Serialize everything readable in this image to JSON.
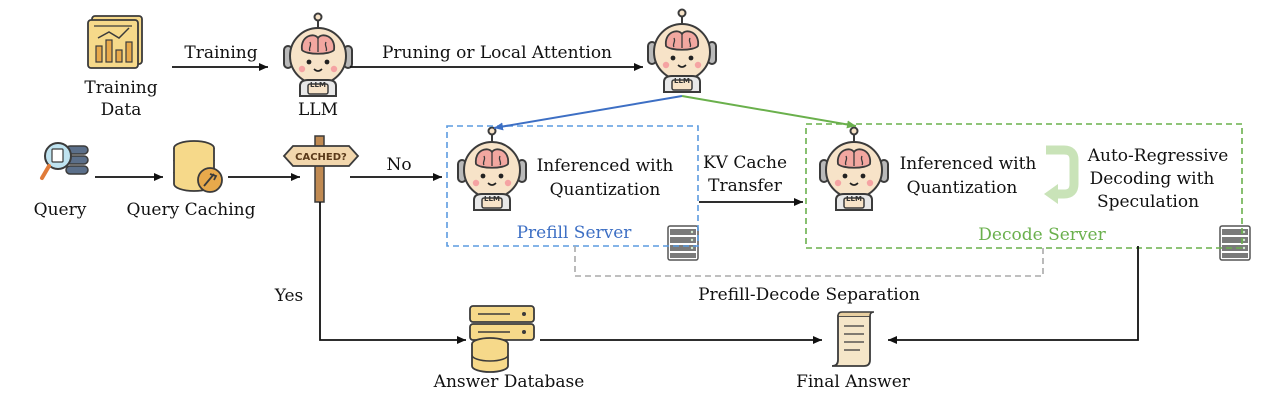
{
  "nodes": {
    "training_data": [
      "Training",
      "Data"
    ],
    "llm": "LLM",
    "query": "Query",
    "query_caching": "Query Caching",
    "cached_sign": "CACHED?",
    "prefill_text": [
      "Inferenced with",
      "Quantization"
    ],
    "decode_text": [
      "Inferenced with",
      "Quantization"
    ],
    "autoregressive": [
      "Auto-Regressive",
      "Decoding with",
      "Speculation"
    ],
    "prefill_server": "Prefill Server",
    "decode_server": "Decode Server",
    "answer_database": "Answer Database",
    "final_answer": "Final Answer",
    "robot_badge": "LLM"
  },
  "edges": {
    "training": "Training",
    "pruning": "Pruning or Local Attention",
    "no": "No",
    "yes": "Yes",
    "kv_cache": [
      "KV Cache",
      "Transfer"
    ],
    "separation": "Prefill-Decode Separation"
  },
  "colors": {
    "prefill": "#3d6fc4",
    "decode": "#6ab04c",
    "separation": "#aaaaaa",
    "icon_fill": "#f6d98a",
    "icon_stroke": "#3b3b3b"
  }
}
